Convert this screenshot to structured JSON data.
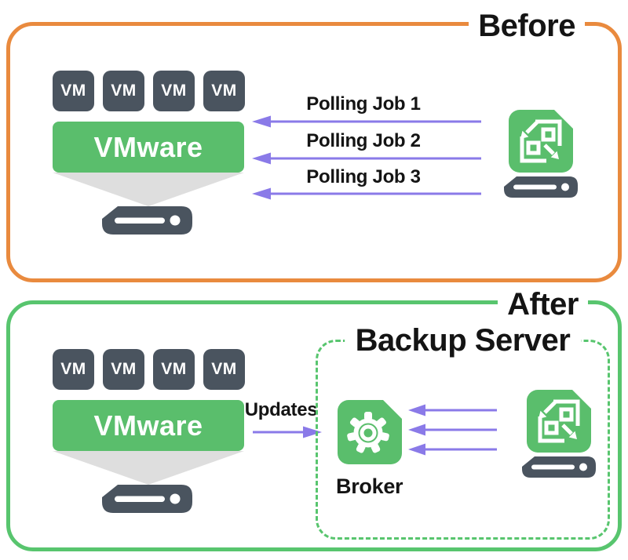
{
  "colors": {
    "orange_border": "#E98A3E",
    "green": "#58C56E",
    "green_fill": "#5ABE6C",
    "purple": "#8A7AE8",
    "dark": "#4A545F",
    "funnel": "#DEDEDE",
    "ink": "#141414"
  },
  "icons": {
    "appliance": "data-mover-appliance-icon",
    "broker": "gear-document-icon",
    "drive": "disk-drive-icon"
  },
  "panels": {
    "before": {
      "title": "Before",
      "vm_labels": [
        "VM",
        "VM",
        "VM",
        "VM"
      ],
      "vmware_label": "VMware",
      "polling_jobs": [
        "Polling Job 1",
        "Polling Job 2",
        "Polling Job 3"
      ]
    },
    "after": {
      "title": "After",
      "vm_labels": [
        "VM",
        "VM",
        "VM",
        "VM"
      ],
      "vmware_label": "VMware",
      "updates_label": "Updates",
      "backup_server_label": "Backup Server",
      "broker_label": "Broker"
    }
  }
}
